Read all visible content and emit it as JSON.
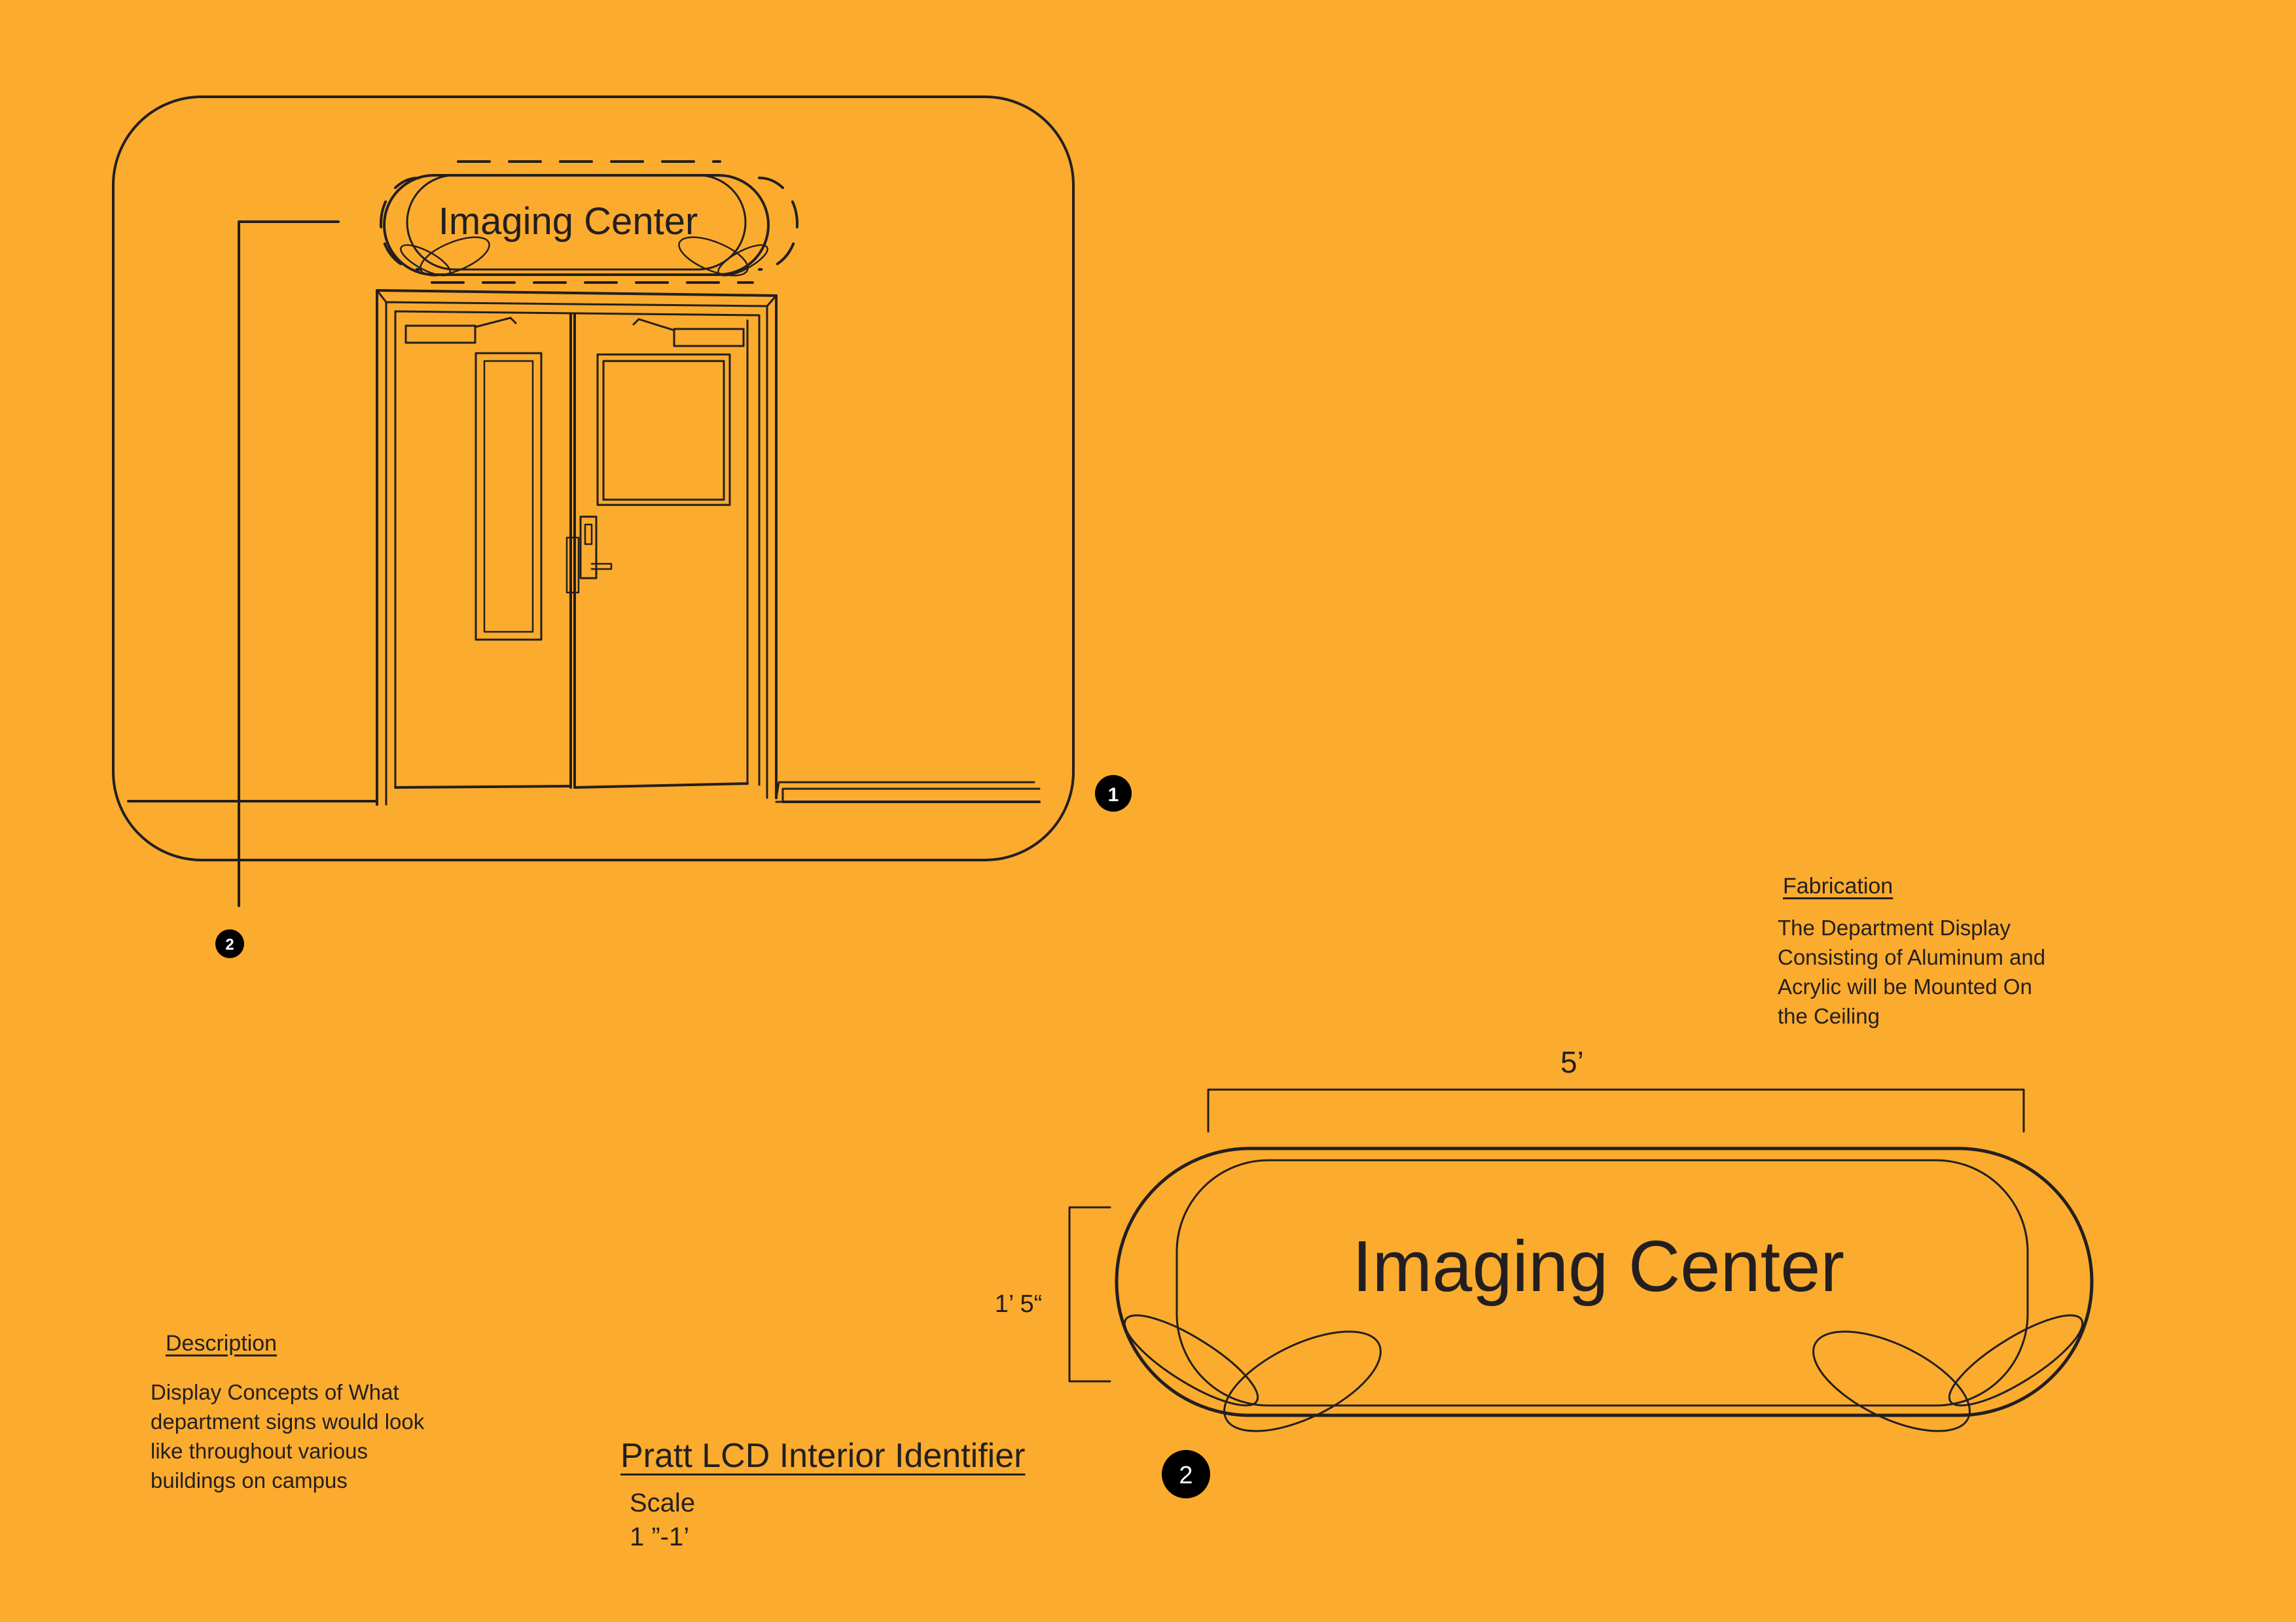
{
  "sign": {
    "small_text": "Imaging Center",
    "large_text": "Imaging Center"
  },
  "markers": {
    "one": "1",
    "two_small": "2",
    "two_large": "2"
  },
  "dimensions": {
    "width": "5’",
    "height": "1’ 5“"
  },
  "fabrication": {
    "heading": "Fabrication",
    "body": "The Department Display\nConsisting of Aluminum and\nAcrylic will be Mounted On\nthe Ceiling"
  },
  "description": {
    "heading": "Description",
    "body": "Display Concepts of What\ndepartment signs would look\nlike throughout various\nbuildings on campus"
  },
  "title": "Pratt LCD Interior Identifier",
  "scale": {
    "label": "Scale",
    "value": "1 ”-1’"
  },
  "colors": {
    "background": "#FBAB2E",
    "ink": "#231f20",
    "marker_fill": "#000000",
    "marker_text": "#ffffff"
  }
}
